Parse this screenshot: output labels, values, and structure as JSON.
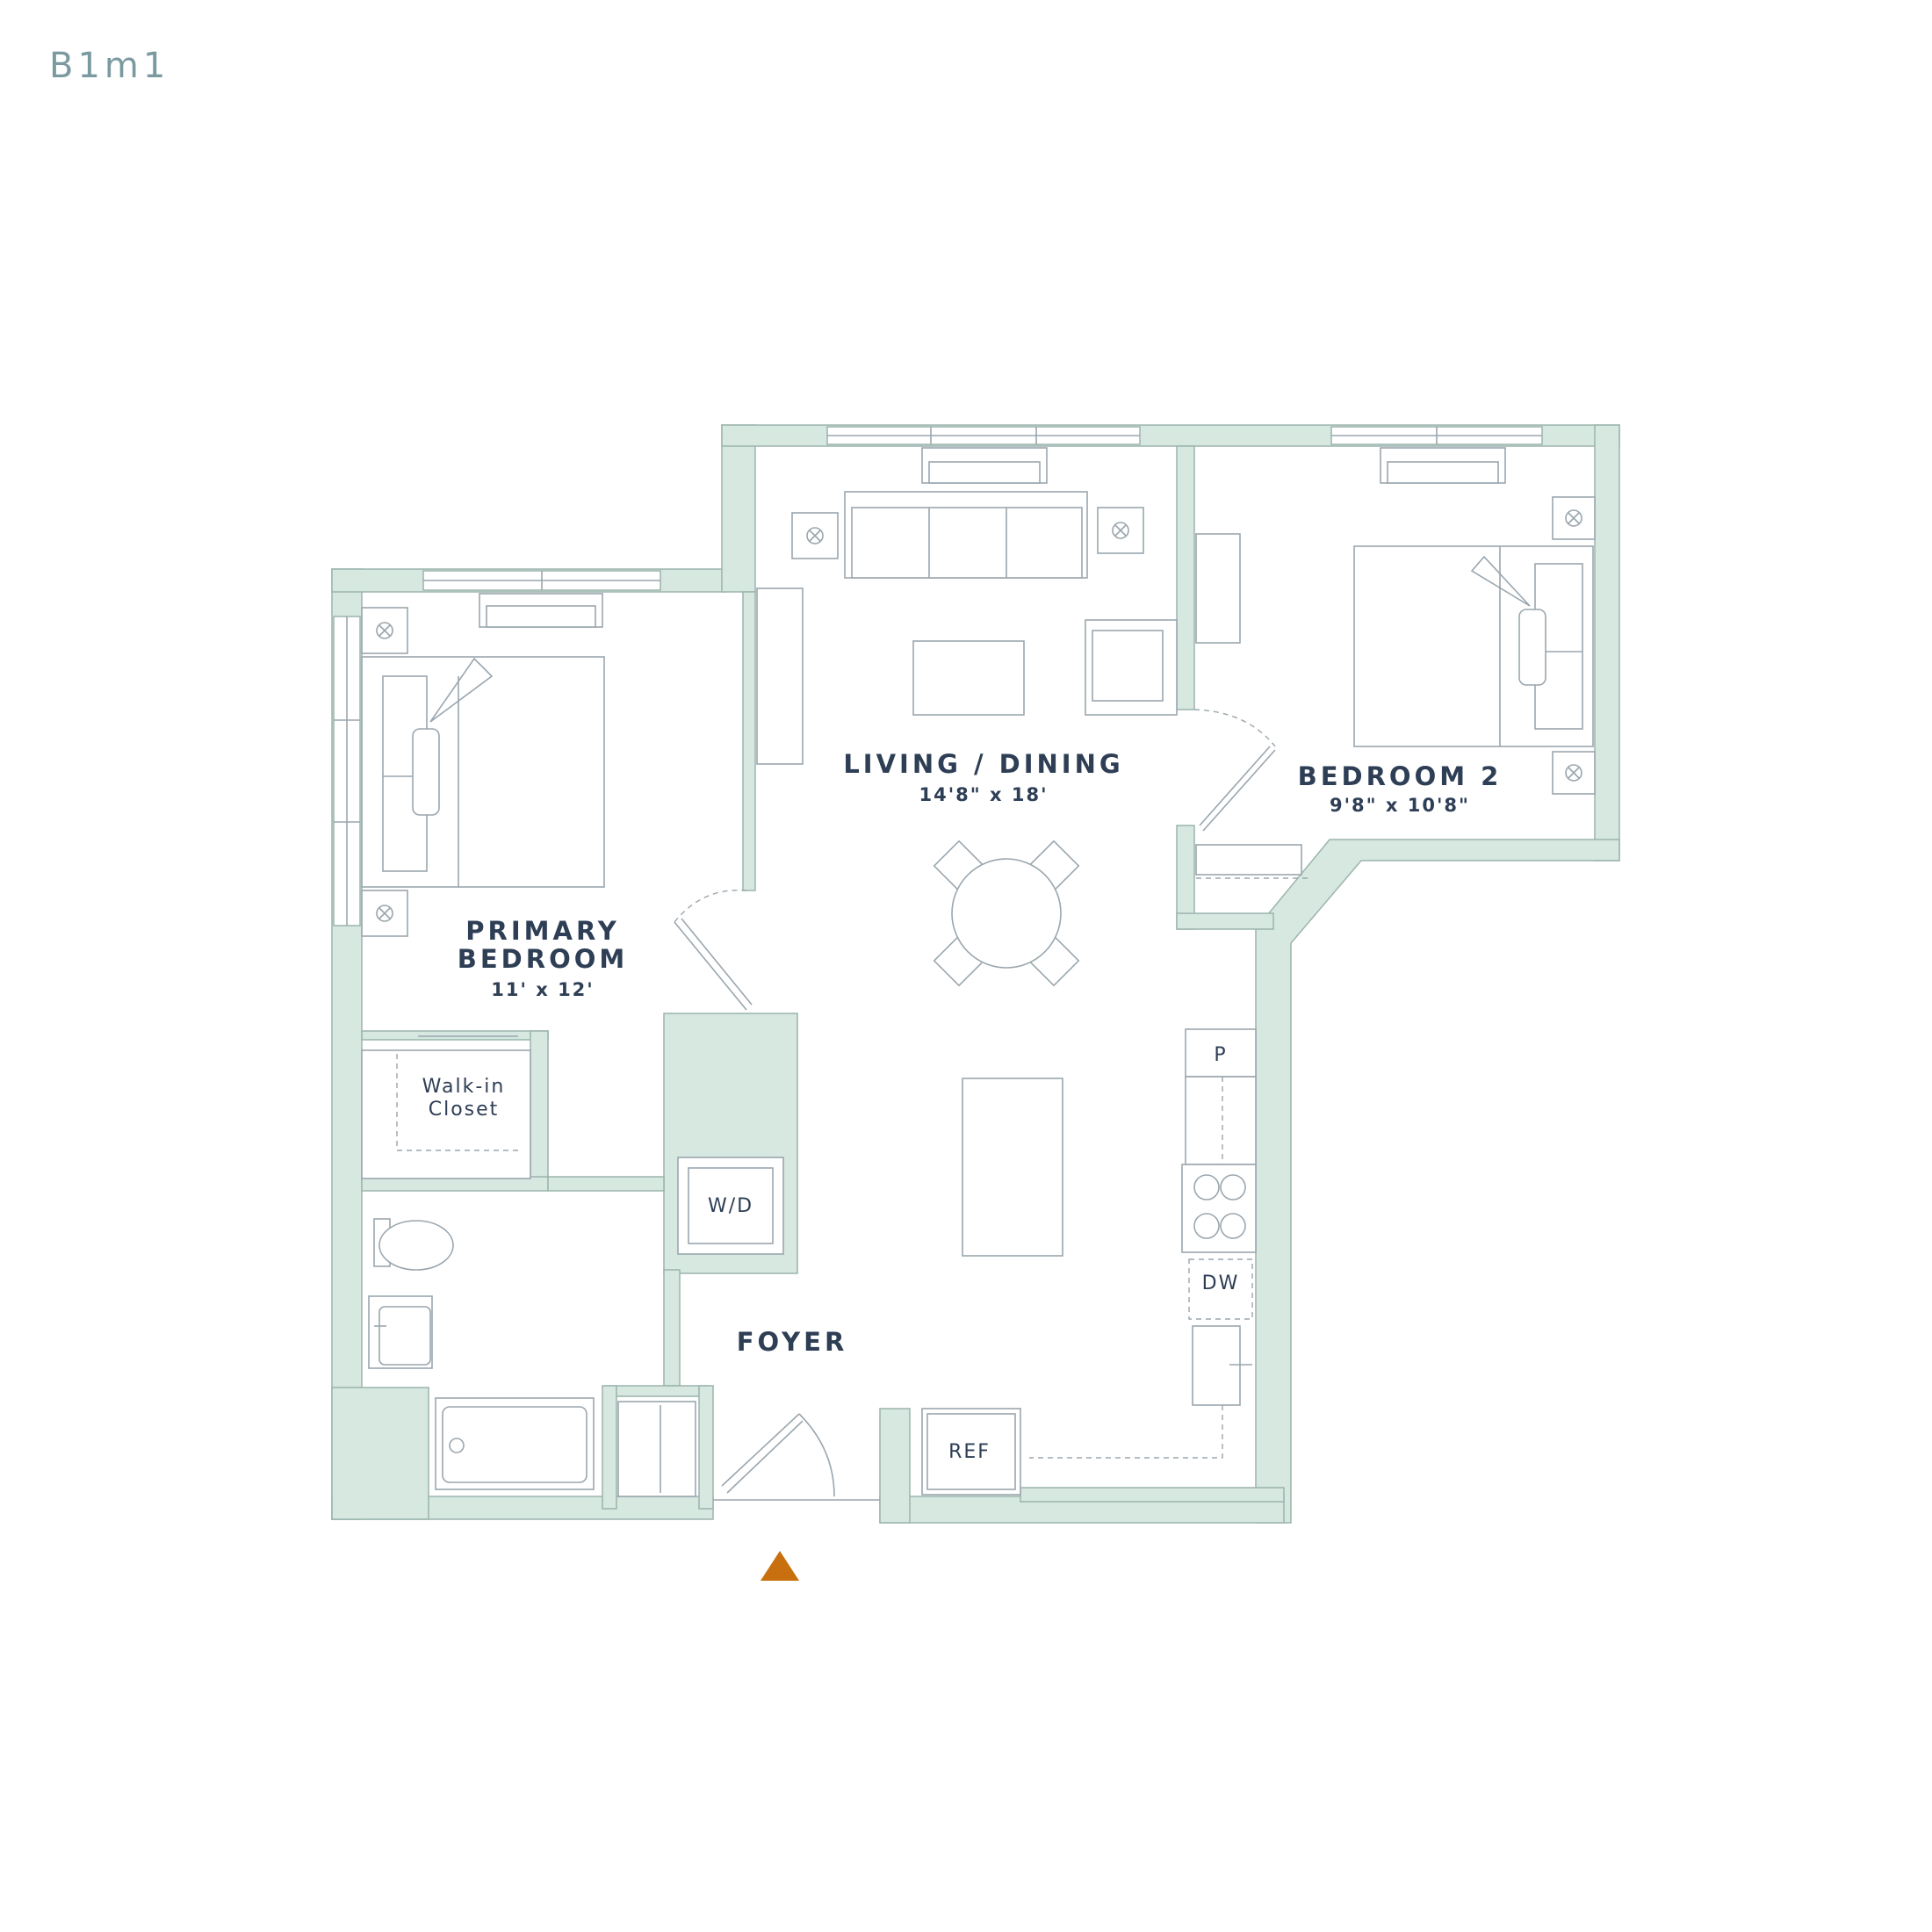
{
  "unit_code": "B1m1",
  "rooms": {
    "living": {
      "name": "LIVING / DINING",
      "size": "14'8\" x 18'"
    },
    "bedroom2": {
      "name": "BEDROOM 2",
      "size": "9'8\" x 10'8\""
    },
    "primary": {
      "name_line1": "PRIMARY",
      "name_line2": "BEDROOM",
      "size": "11' x 12'"
    },
    "closet": {
      "line1": "Walk-in",
      "line2": "Closet"
    },
    "foyer": {
      "name": "FOYER"
    }
  },
  "appliances": {
    "washer_dryer": "W/D",
    "pantry": "P",
    "dishwasher": "DW",
    "refrigerator": "REF"
  },
  "colors": {
    "wall": "#d6e8e0",
    "text": "#2d3e55",
    "entry_marker": "#c8700f"
  }
}
